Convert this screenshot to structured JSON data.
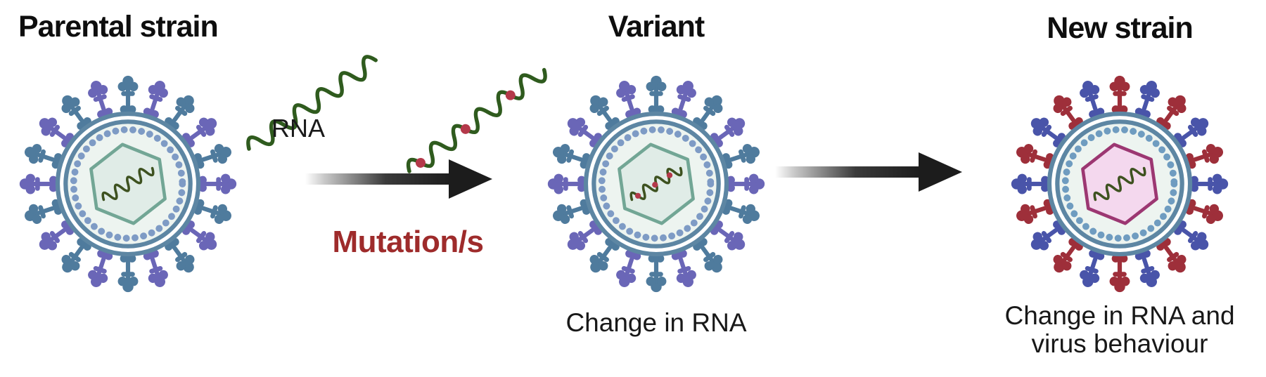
{
  "stages": {
    "parental": {
      "title": "Parental strain"
    },
    "variant": {
      "title": "Variant",
      "caption": "Change in RNA"
    },
    "new_strain": {
      "title": "New strain",
      "caption_line1": "Change in RNA and",
      "caption_line2": "virus behaviour"
    }
  },
  "labels": {
    "rna": "RNA",
    "mutation": "Mutation/s"
  },
  "colors": {
    "title_text": "#0e0e0e",
    "caption_text": "#181818",
    "mutation_text": "#9e2b2b",
    "membrane": "#5d86a3",
    "interior": "#edf4f0",
    "beads_blue": "#7e9bc5",
    "beads_steel": "#6f9cc0",
    "spike_blue": "#4f7b9d",
    "spike_purple": "#6a66b7",
    "spike_red": "#9e2f3a",
    "spike_indigo": "#4954a9",
    "capsid_teal_fill": "#e0ece7",
    "capsid_teal_stroke": "#72a695",
    "capsid_pink_fill": "#f4d8ee",
    "capsid_pink_stroke": "#9c3772",
    "rna_strand": "#2f5b1e",
    "rna_inner": "#3e5220",
    "mutation_dot": "#b4394a",
    "arrow_dark": "#1c1c1c"
  }
}
